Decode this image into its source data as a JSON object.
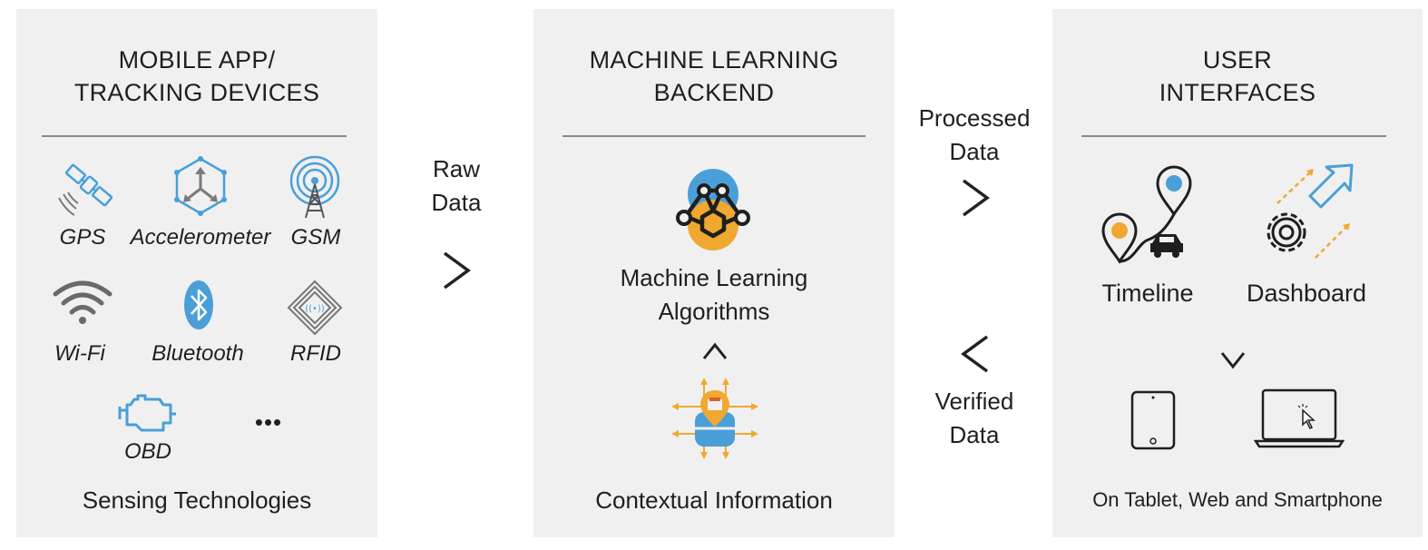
{
  "colors": {
    "blue": "#4a9fd8",
    "orange": "#f0a830",
    "dark": "#1f1f1f",
    "gray": "#7a7a7a",
    "panel": "#f0f0f0"
  },
  "sensing": {
    "title_line1": "MOBILE APP/",
    "title_line2": "TRACKING DEVICES",
    "items": [
      {
        "label": "GPS",
        "icon": "satellite-icon"
      },
      {
        "label": "Accelerometer",
        "icon": "accelerometer-icon"
      },
      {
        "label": "GSM",
        "icon": "antenna-tower-icon"
      },
      {
        "label": "Wi-Fi",
        "icon": "wifi-icon"
      },
      {
        "label": "Bluetooth",
        "icon": "bluetooth-icon"
      },
      {
        "label": "RFID",
        "icon": "rfid-chip-icon"
      },
      {
        "label": "OBD",
        "icon": "engine-icon"
      }
    ],
    "more": "•••",
    "footer": "Sensing Technologies"
  },
  "flow": {
    "raw_line1": "Raw",
    "raw_line2": "Data",
    "processed_line1": "Processed",
    "processed_line2": "Data",
    "verified_line1": "Verified",
    "verified_line2": "Data"
  },
  "backend": {
    "title_line1": "MACHINE LEARNING",
    "title_line2": "BACKEND",
    "ml_label_line1": "Machine Learning",
    "ml_label_line2": "Algorithms",
    "context_label": "Contextual Information"
  },
  "ui": {
    "title_line1": "USER",
    "title_line2": "INTERFACES",
    "timeline": "Timeline",
    "dashboard": "Dashboard",
    "footer": "On Tablet, Web and Smartphone"
  }
}
